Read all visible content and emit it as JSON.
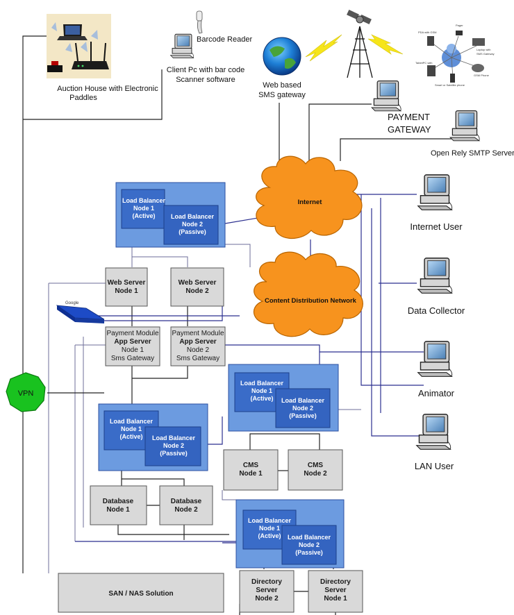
{
  "top": {
    "auction_house": [
      "Auction House with Electronic",
      "Paddles"
    ],
    "barcode_reader": "Barcode Reader",
    "client_pc": [
      "Client Pc with bar code",
      "Scanner software"
    ],
    "sms_gateway": [
      "Web based",
      "SMS gateway"
    ],
    "payment_gateway": [
      "PAYMENT",
      "GATEWAY"
    ],
    "smtp_server": "Open Rely SMTP Server"
  },
  "mobile_labels": [
    "PDA with GSM",
    "Pager",
    "Laptop with",
    "SMS Gateway",
    "TabletPC with",
    "GSM Phone",
    "Smart or Satellite phone"
  ],
  "clouds": {
    "internet": "Internet",
    "cdn": "Content Distribution Network"
  },
  "users": {
    "internet_user": "Internet User",
    "data_collector": "Data Collector",
    "animator": "Animator",
    "lan_user": "LAN User"
  },
  "vpn": "VPN",
  "google_appliance": "Google",
  "load_balancers": {
    "node1": [
      "Load Balancer",
      "Node 1",
      "(Active)"
    ],
    "node2": [
      "Load Balancer",
      "Node 2",
      "(Passive)"
    ]
  },
  "web_servers": {
    "node1": [
      "Web Server",
      "Node 1"
    ],
    "node2": [
      "Web Server",
      "Node 2"
    ]
  },
  "app_servers": {
    "node1": [
      "Payment Module",
      "App Server",
      "Node 1",
      "Sms Gateway"
    ],
    "node2": [
      "Payment Module",
      "App Server",
      "Node 2",
      "Sms Gateway"
    ]
  },
  "database": {
    "node1": [
      "Database",
      "Node 1"
    ],
    "node2": [
      "Database",
      "Node 2"
    ]
  },
  "cms": {
    "node1": [
      "CMS",
      "Node 1"
    ],
    "node2": [
      "CMS",
      "Node 2"
    ]
  },
  "directory": {
    "node2": [
      "Directory",
      "Server",
      "Node 2"
    ],
    "node1": [
      "Directory",
      "Server",
      "Node 1"
    ]
  },
  "san": "SAN / NAS Solution",
  "colors": {
    "zone": "#6c9be0",
    "load_balancer": "#3a6cc8",
    "cloud": "#f7931e",
    "vpn": "#19c21f",
    "server": "#d9d9d9",
    "link": "#2b2f8f"
  }
}
